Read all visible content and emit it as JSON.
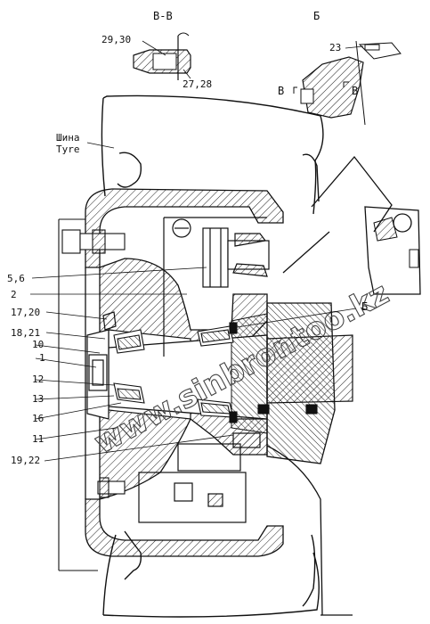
{
  "sections": {
    "bb": "В-В",
    "b": "Б"
  },
  "tire_label_ru": "Шина",
  "tire_label_en": "Tyre",
  "watermark": "www.sinbrontoo.kz",
  "callouts": {
    "c2930": "29,30",
    "c2728": "27,28",
    "c23": "23",
    "c56": "5,6",
    "c2": "2",
    "c1720": "17,20",
    "c1821": "18,21",
    "c10": "10",
    "c1": "1",
    "c12": "12",
    "c13": "13",
    "c16": "16",
    "c11": "11",
    "c1922": "19,22",
    "cB": "Б"
  },
  "view_marks": {
    "left": "В",
    "right": "В"
  }
}
